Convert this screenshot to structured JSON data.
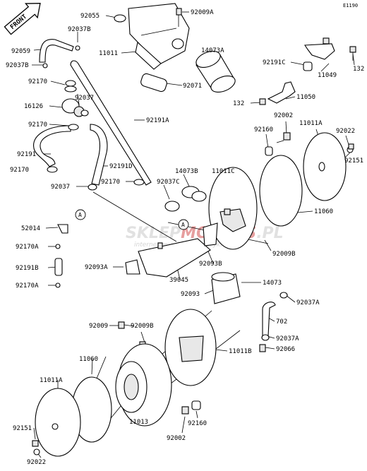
{
  "diagram": {
    "code": "E1190",
    "front_label": "FRONT",
    "callout": "A",
    "watermark": {
      "part1": "SKLEP",
      "part2": "MOTO",
      "part3": "RS",
      "part4": ".PL",
      "tagline": "internetowy sklep motocyklowy"
    },
    "labels": {
      "92055": "92055",
      "92009A": "92009A",
      "92037B_top": "92037B",
      "11011": "11011",
      "14073A": "14073A",
      "92059": "92059",
      "92037B": "92037B",
      "92071": "92071",
      "92191C": "92191C",
      "11049": "11049",
      "132_top": "132",
      "92170_a": "92170",
      "92037_a": "92037",
      "16126": "16126",
      "11050": "11050",
      "132_mid": "132",
      "92170_b": "92170",
      "92191A": "92191A",
      "92002_top": "92002",
      "92160_top": "92160",
      "11011A_top": "11011A",
      "92022_top": "92022",
      "92191": "92191",
      "92151_top": "92151",
      "92170_c": "92170",
      "92191D": "92191D",
      "14073B": "14073B",
      "11011C": "11011C",
      "92037_b": "92037",
      "92170_d": "92170",
      "92037C": "92037C",
      "11060_top": "11060",
      "52014": "52014",
      "92170A_a": "92170A",
      "92009B_mid": "92009B",
      "92191B": "92191B",
      "92093B": "92093B",
      "92093A": "92093A",
      "39045": "39045",
      "92170A_b": "92170A",
      "14073": "14073",
      "92093": "92093",
      "92037A_a": "92037A",
      "702": "702",
      "92009": "92009",
      "92009B": "92009B",
      "92037A_b": "92037A",
      "92066": "92066",
      "11011B": "11011B",
      "11060_bot": "11060",
      "11011A_bot": "11011A",
      "11013": "11013",
      "92160_bot": "92160",
      "92151_bot": "92151",
      "92002_bot": "92002",
      "92022_bot": "92022"
    }
  }
}
